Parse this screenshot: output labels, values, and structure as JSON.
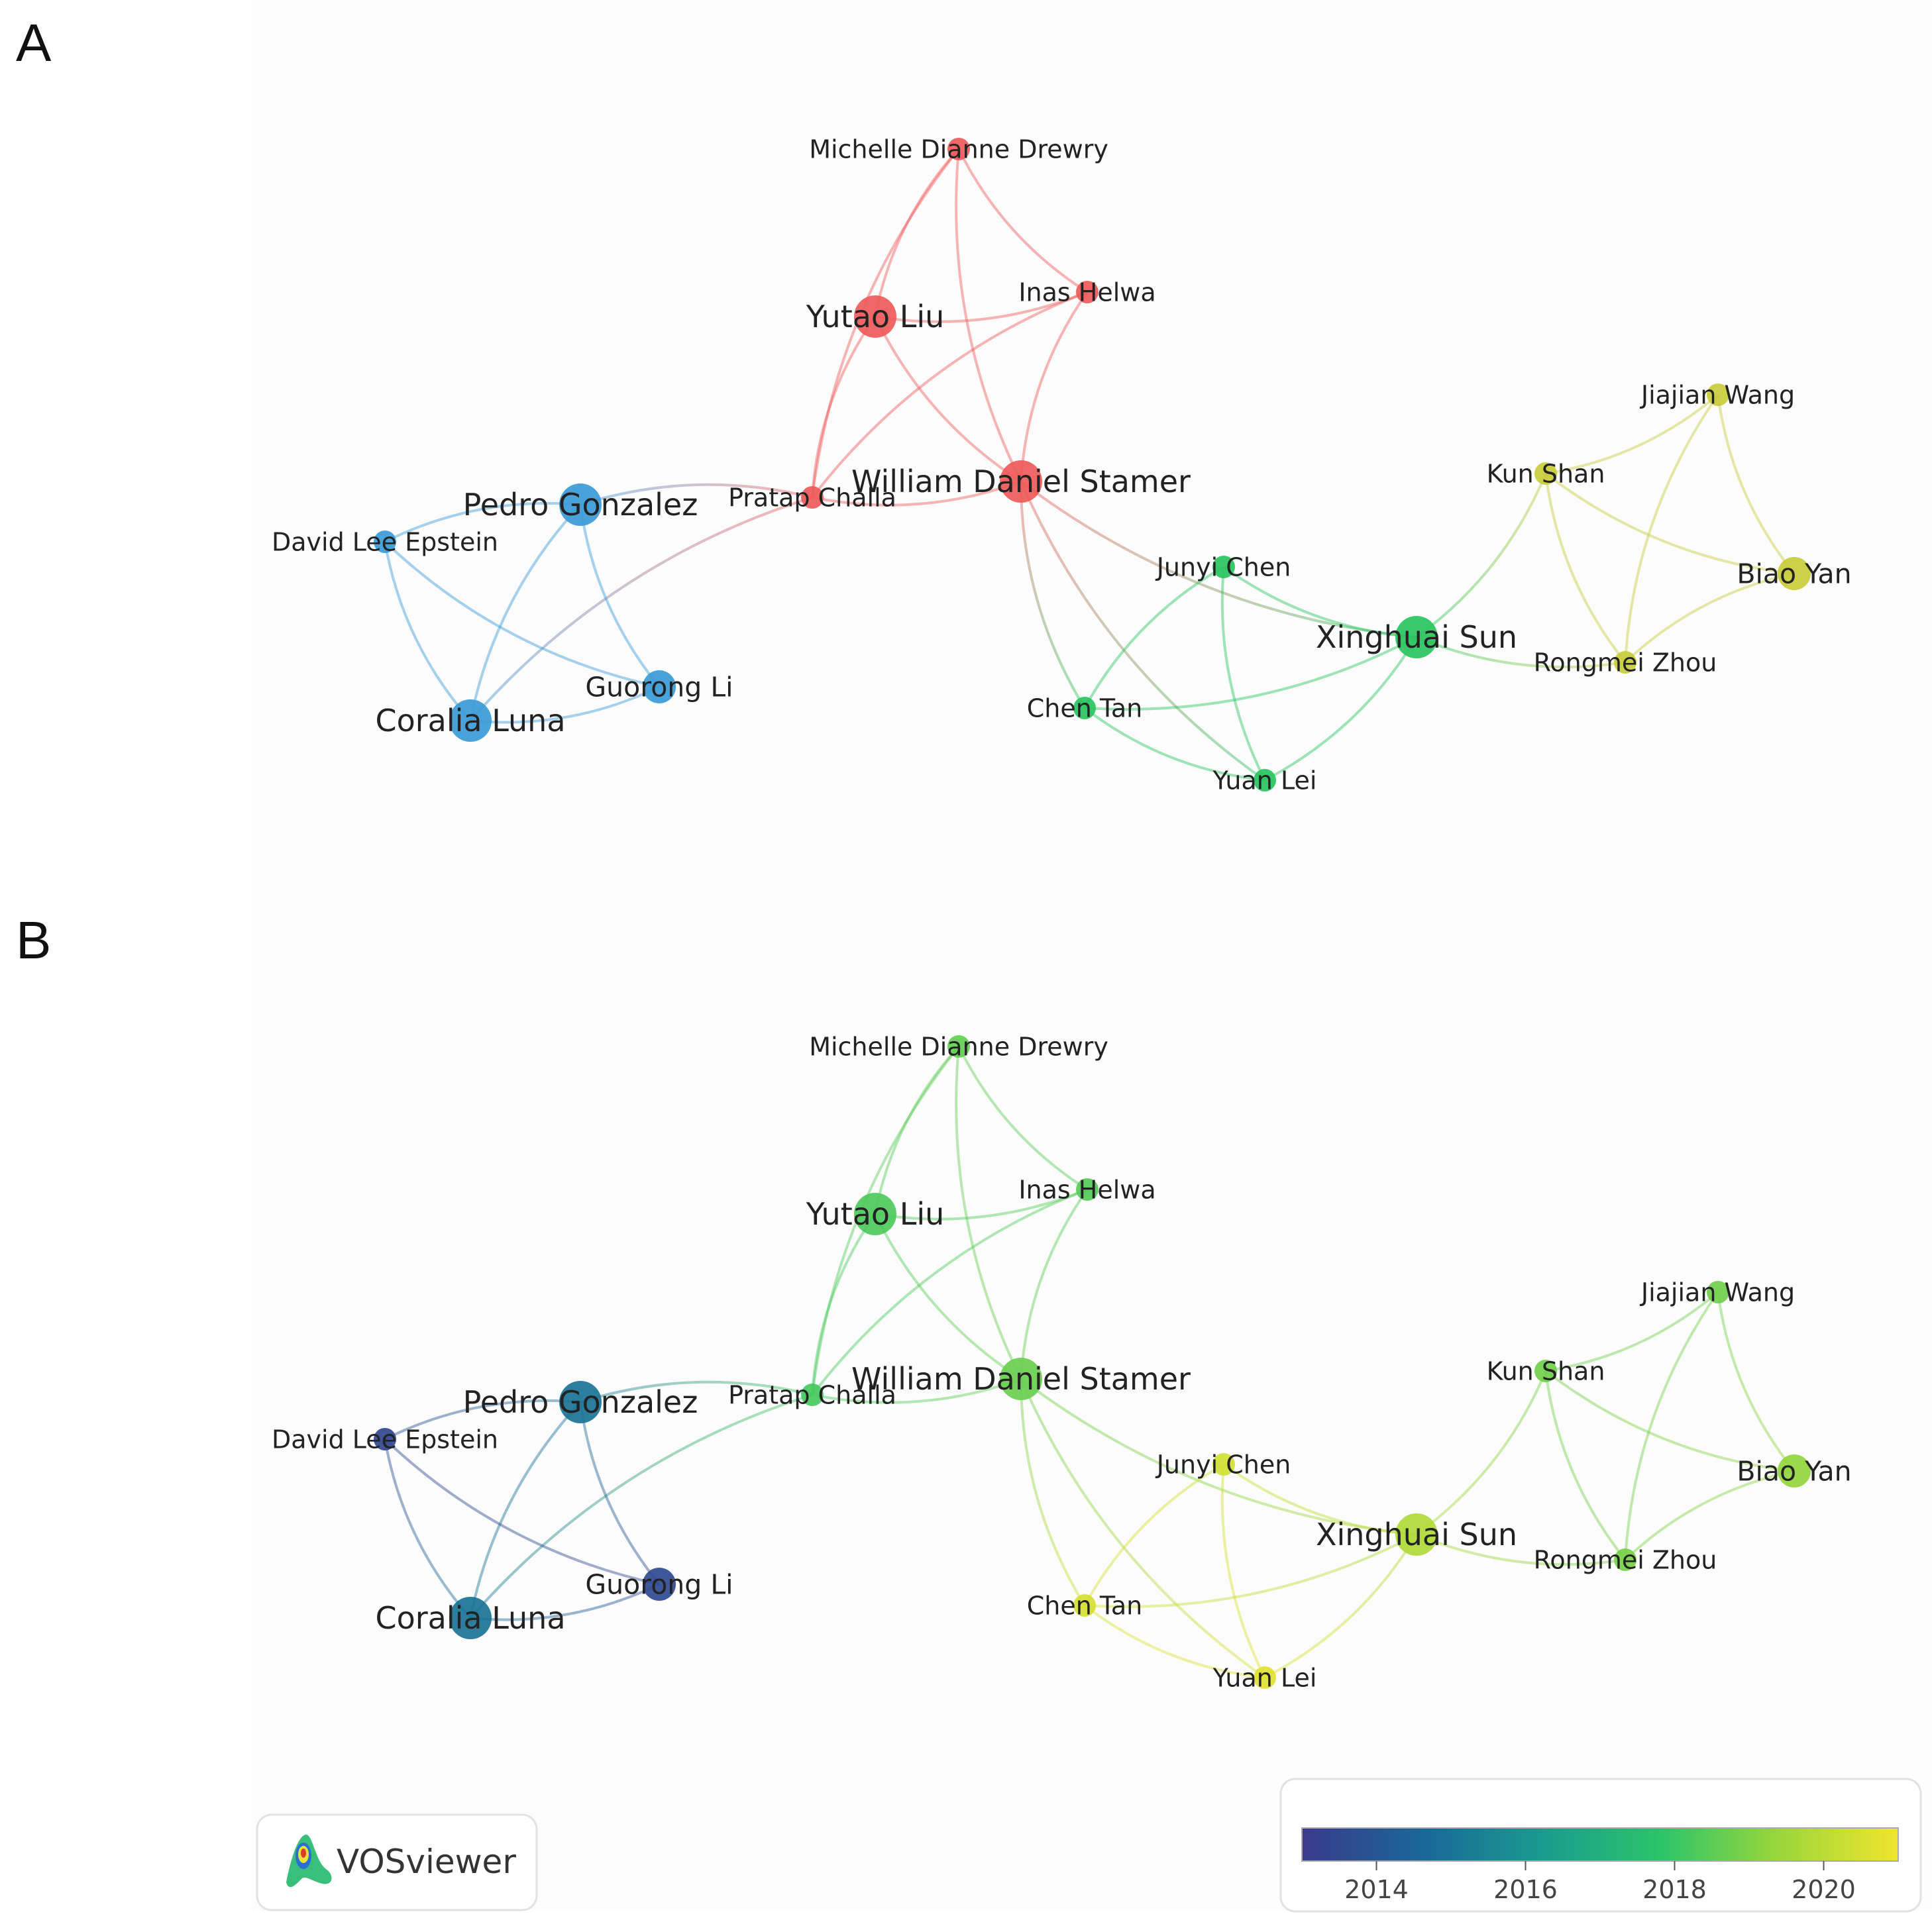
{
  "panels": [
    {
      "letter": "A",
      "mode": "cluster"
    },
    {
      "letter": "B",
      "mode": "overlay"
    }
  ],
  "watermark": "VOSviewer",
  "cluster_colors": {
    "red": "#ef5a5a",
    "blue": "#3a9ad6",
    "green": "#28c45e",
    "yellow": "#c9cc3a"
  },
  "nodes": [
    {
      "id": "michelle",
      "label": "Michelle Dianne Drewry",
      "cluster": "red",
      "year": 2018.6,
      "size": "small"
    },
    {
      "id": "inas",
      "label": "Inas Helwa",
      "cluster": "red",
      "year": 2018.4,
      "size": "small"
    },
    {
      "id": "yutao",
      "label": "Yutao Liu",
      "cluster": "red",
      "year": 2018.3,
      "size": "large"
    },
    {
      "id": "william",
      "label": "William Daniel Stamer",
      "cluster": "red",
      "year": 2018.7,
      "size": "large"
    },
    {
      "id": "pratap",
      "label": "Pratap Challa",
      "cluster": "red",
      "year": 2018.2,
      "size": "small"
    },
    {
      "id": "pedro",
      "label": "Pedro Gonzalez",
      "cluster": "blue",
      "year": 2015.0,
      "size": "large"
    },
    {
      "id": "david",
      "label": "David Lee Epstein",
      "cluster": "blue",
      "year": 2013.5,
      "size": "small"
    },
    {
      "id": "guorong",
      "label": "Guorong Li",
      "cluster": "blue",
      "year": 2013.6,
      "size": "medium"
    },
    {
      "id": "coralia",
      "label": "Coralia Luna",
      "cluster": "blue",
      "year": 2015.0,
      "size": "large"
    },
    {
      "id": "junyi",
      "label": "Junyi Chen",
      "cluster": "green",
      "year": 2020.4,
      "size": "small"
    },
    {
      "id": "xinghuai",
      "label": "Xinghuai Sun",
      "cluster": "green",
      "year": 2019.8,
      "size": "large"
    },
    {
      "id": "chentan",
      "label": "Chen Tan",
      "cluster": "green",
      "year": 2020.5,
      "size": "small"
    },
    {
      "id": "yuanlei",
      "label": "Yuan Lei",
      "cluster": "green",
      "year": 2020.7,
      "size": "small"
    },
    {
      "id": "jiajian",
      "label": "Jiajian Wang",
      "cluster": "yellow",
      "year": 2018.8,
      "size": "small"
    },
    {
      "id": "kunshan",
      "label": "Kun Shan",
      "cluster": "yellow",
      "year": 2018.8,
      "size": "small"
    },
    {
      "id": "biaoyan",
      "label": "Biao Yan",
      "cluster": "yellow",
      "year": 2019.3,
      "size": "medium"
    },
    {
      "id": "rongmei",
      "label": "Rongmei Zhou",
      "cluster": "yellow",
      "year": 2018.9,
      "size": "small"
    }
  ],
  "edges": [
    [
      "michelle",
      "yutao"
    ],
    [
      "michelle",
      "inas"
    ],
    [
      "michelle",
      "william"
    ],
    [
      "michelle",
      "pratap"
    ],
    [
      "yutao",
      "inas"
    ],
    [
      "yutao",
      "william"
    ],
    [
      "yutao",
      "pratap"
    ],
    [
      "inas",
      "pratap"
    ],
    [
      "inas",
      "william"
    ],
    [
      "pratap",
      "william"
    ],
    [
      "pratap",
      "pedro"
    ],
    [
      "pratap",
      "coralia"
    ],
    [
      "pedro",
      "david"
    ],
    [
      "pedro",
      "coralia"
    ],
    [
      "pedro",
      "guorong"
    ],
    [
      "david",
      "guorong"
    ],
    [
      "david",
      "coralia"
    ],
    [
      "coralia",
      "guorong"
    ],
    [
      "william",
      "xinghuai"
    ],
    [
      "william",
      "chentan"
    ],
    [
      "william",
      "yuanlei"
    ],
    [
      "junyi",
      "xinghuai"
    ],
    [
      "junyi",
      "chentan"
    ],
    [
      "junyi",
      "yuanlei"
    ],
    [
      "chentan",
      "xinghuai"
    ],
    [
      "chentan",
      "yuanlei"
    ],
    [
      "yuanlei",
      "xinghuai"
    ],
    [
      "xinghuai",
      "kunshan"
    ],
    [
      "xinghuai",
      "rongmei"
    ],
    [
      "kunshan",
      "jiajian"
    ],
    [
      "kunshan",
      "biaoyan"
    ],
    [
      "kunshan",
      "rongmei"
    ],
    [
      "jiajian",
      "biaoyan"
    ],
    [
      "jiajian",
      "rongmei"
    ],
    [
      "biaoyan",
      "rongmei"
    ]
  ],
  "legend": {
    "year_min": 2013,
    "year_max": 2021,
    "ticks": [
      "2014",
      "2016",
      "2018",
      "2020"
    ],
    "colors": [
      "#3a3a8c",
      "#1a6699",
      "#1a9a8f",
      "#2ac46a",
      "#9ad63a",
      "#f0e52e"
    ]
  }
}
